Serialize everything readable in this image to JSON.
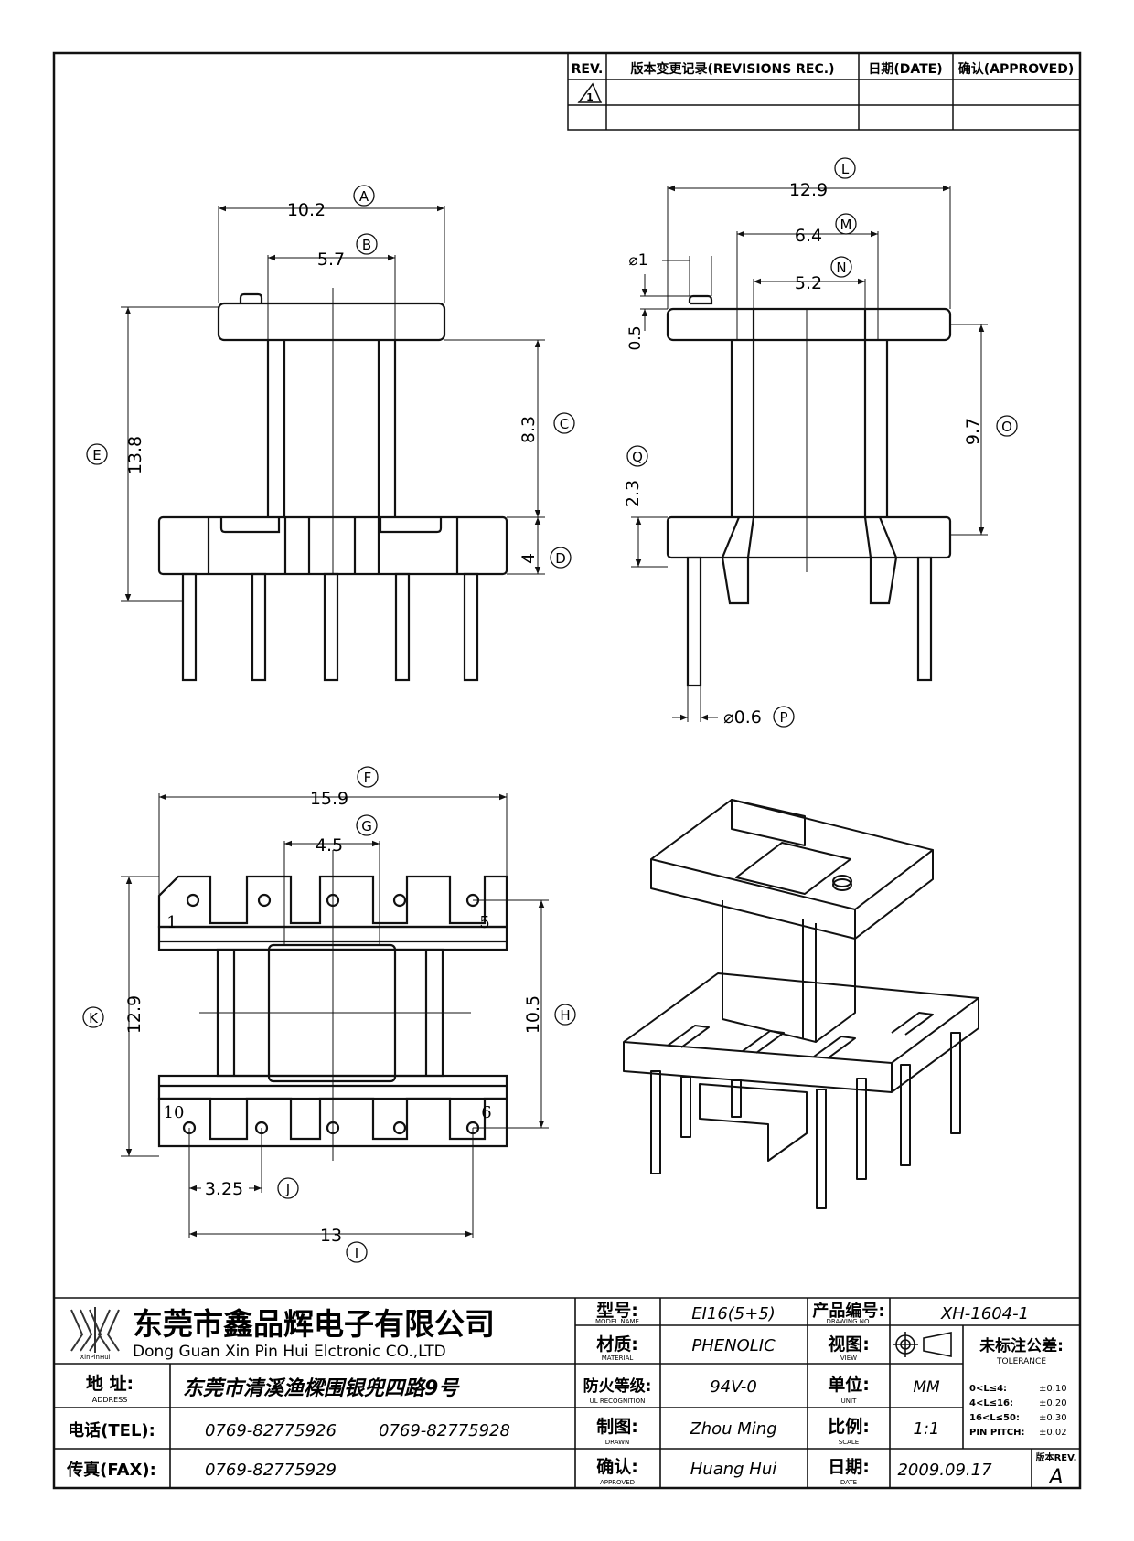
{
  "revision_table": {
    "headers": {
      "rev": "REV.",
      "record": "版本变更记录(REVISIONS REC.)",
      "date": "日期(DATE)",
      "approved": "确认(APPROVED)"
    },
    "rows": [
      {
        "rev": "1",
        "record": "",
        "date": "",
        "approved": ""
      },
      {
        "rev": "",
        "record": "",
        "date": "",
        "approved": ""
      }
    ]
  },
  "views": {
    "front": {
      "dims": {
        "A": {
          "label": "A",
          "value": "10.2"
        },
        "B": {
          "label": "B",
          "value": "5.7"
        },
        "C": {
          "label": "C",
          "value": "8.3"
        },
        "D": {
          "label": "D",
          "value": "4"
        },
        "E": {
          "label": "E",
          "value": "13.8"
        }
      }
    },
    "side": {
      "dims": {
        "L": {
          "label": "L",
          "value": "12.9"
        },
        "M": {
          "label": "M",
          "value": "6.4"
        },
        "N": {
          "label": "N",
          "value": "5.2"
        },
        "O": {
          "label": "O",
          "value": "9.7"
        },
        "Q": {
          "label": "Q",
          "value": "2.3"
        },
        "P": {
          "label": "P",
          "value": "⌀0.6"
        },
        "hole": {
          "value": "⌀1"
        },
        "step": {
          "value": "0.5"
        }
      }
    },
    "bottom": {
      "dims": {
        "F": {
          "label": "F",
          "value": "15.9"
        },
        "G": {
          "label": "G",
          "value": "4.5"
        },
        "H": {
          "label": "H",
          "value": "10.5"
        },
        "K": {
          "label": "K",
          "value": "12.9"
        },
        "I": {
          "label": "I",
          "value": "13"
        },
        "J": {
          "label": "J",
          "value": "3.25"
        }
      },
      "pin_labels": {
        "p1": "1",
        "p5": "5",
        "p10": "10",
        "p6": "6"
      }
    }
  },
  "title_block": {
    "logo_text": "XinPinHui",
    "company_cn": "东莞市鑫品辉电子有限公司",
    "company_en": "Dong Guan Xin Pin Hui Elctronic CO.,LTD",
    "address_label_cn": "地  址:",
    "address_label_en": "ADDRESS",
    "address": "东莞市清溪渔樑围银兜四路9号",
    "tel_label": "电话(TEL):",
    "tel1": "0769-82775926",
    "tel2": "0769-82775928",
    "fax_label": "传真(FAX):",
    "fax": "0769-82775929",
    "model_label_cn": "型号:",
    "model_label_en": "MODEL NAME",
    "model": "EI16(5+5)",
    "material_label_cn": "材质:",
    "material_label_en": "MATERIAL",
    "material": "PHENOLIC",
    "ul_label_cn": "防火等级:",
    "ul_label_en": "UL RECOGNITION",
    "ul": "94V-0",
    "drawn_label_cn": "制图:",
    "drawn_label_en": "DRAWN",
    "drawn": "Zhou Ming",
    "approved_label_cn": "确认:",
    "approved_label_en": "APPROVED",
    "approved": "Huang Hui",
    "drawing_no_label_cn": "产品编号:",
    "drawing_no_label_en": "DRAWING NO.",
    "drawing_no": "XH-1604-1",
    "view_label_cn": "视图:",
    "view_label_en": "VIEW",
    "unit_label_cn": "单位:",
    "unit_label_en": "UNIT",
    "unit": "MM",
    "scale_label_cn": "比例:",
    "scale_label_en": "SCALE",
    "scale": "1:1",
    "date_label_cn": "日期:",
    "date_label_en": "DATE",
    "date": "2009.09.17",
    "tolerance_label_cn": "未标注公差:",
    "tolerance_label_en": "TOLERANCE",
    "tolerance_rows": [
      {
        "range": "0<L≤4:",
        "value": "±0.10"
      },
      {
        "range": "4<L≤16:",
        "value": "±0.20"
      },
      {
        "range": "16<L≤50:",
        "value": "±0.30"
      },
      {
        "range": "PIN PITCH:",
        "value": "±0.02"
      }
    ],
    "rev_label": "版本REV.",
    "rev": "A"
  }
}
